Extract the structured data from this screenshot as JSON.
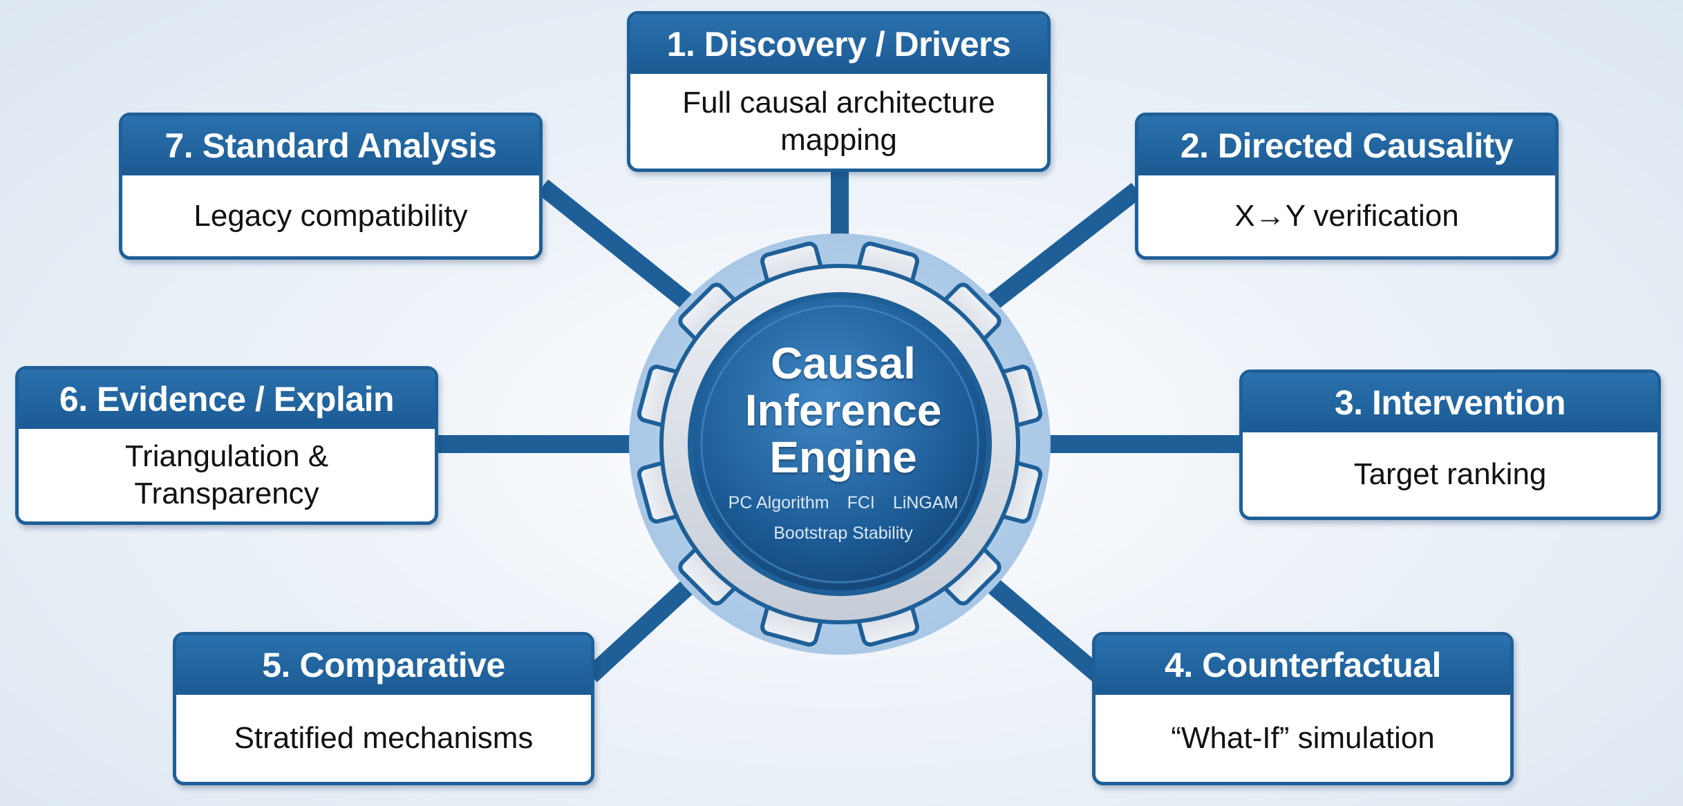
{
  "center": {
    "title": "Causal\nInference\nEngine",
    "methods": [
      "PC Algorithm",
      "FCI",
      "LiNGAM"
    ],
    "stability": "Bootstrap Stability"
  },
  "modules": [
    {
      "title": "1. Discovery / Drivers",
      "description": "Full causal architecture\nmapping"
    },
    {
      "title": "2. Directed Causality",
      "description": "X→Y verification"
    },
    {
      "title": "3. Intervention",
      "description": "Target ranking"
    },
    {
      "title": "4. Counterfactual",
      "description": "“What-If” simulation"
    },
    {
      "title": "5. Comparative",
      "description": "Stratified mechanisms"
    },
    {
      "title": "6. Evidence / Explain",
      "description": "Triangulation &\nTransparency"
    },
    {
      "title": "7. Standard Analysis",
      "description": "Legacy compatibility"
    }
  ],
  "colors": {
    "accent": "#1e5f98",
    "header": "#2a71ad",
    "core": "#1c5a94",
    "gear": "#d9dee6"
  }
}
